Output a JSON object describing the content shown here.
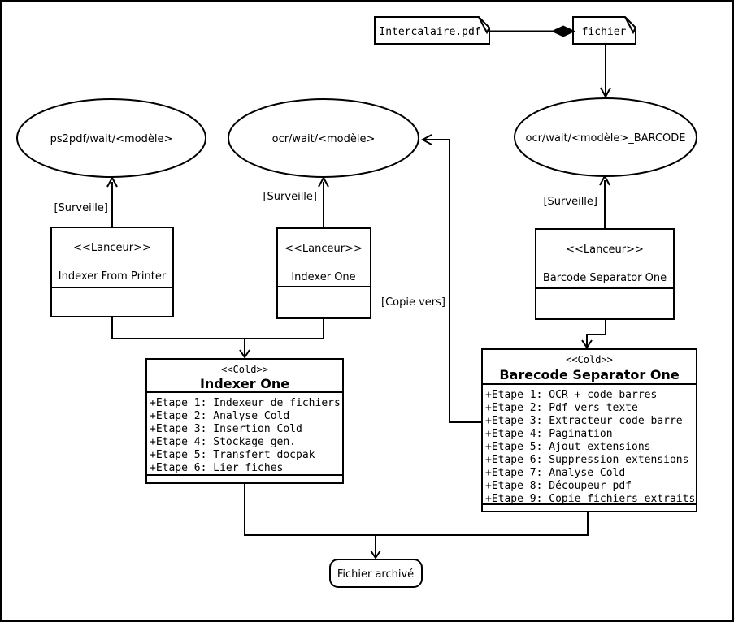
{
  "colors": {
    "stroke": "#000000",
    "background": "#ffffff"
  },
  "notes": {
    "source_file": "Intercalaire.pdf",
    "file": "fichier"
  },
  "queues": {
    "ps2pdf": "ps2pdf/wait/<modèle>",
    "ocr": "ocr/wait/<modèle>",
    "ocr_barcode": "ocr/wait/<modèle>_BARCODE"
  },
  "edge_labels": {
    "surveille": "[Surveille]",
    "copie_vers": "[Copie vers]"
  },
  "launchers": {
    "stereotype": "<<Lanceur>>",
    "indexer_from_printer": "Indexer From Printer",
    "indexer_one": "Indexer One",
    "barcode_separator_one": "Barcode Separator One"
  },
  "cold": {
    "stereotype": "<<Cold>>",
    "indexer_one": {
      "title": "Indexer One",
      "steps": [
        "+Etape 1: Indexeur de fichiers",
        "+Etape 2: Analyse Cold",
        "+Etape 3: Insertion Cold",
        "+Etape 4: Stockage gen.",
        "+Etape 5: Transfert docpak",
        "+Etape 6: Lier fiches"
      ]
    },
    "barecode_separator_one": {
      "title": "Barecode Separator One",
      "steps": [
        "+Etape 1: OCR + code barres",
        "+Etape 2: Pdf vers texte",
        "+Etape 3: Extracteur code barre",
        "+Etape 4: Pagination",
        "+Etape 5: Ajout extensions",
        "+Etape 6: Suppression extensions",
        "+Etape 7: Analyse Cold",
        "+Etape 8: Découpeur pdf",
        "+Etape 9: Copie fichiers extraits"
      ]
    }
  },
  "terminal": {
    "label": "Fichier archivé"
  }
}
